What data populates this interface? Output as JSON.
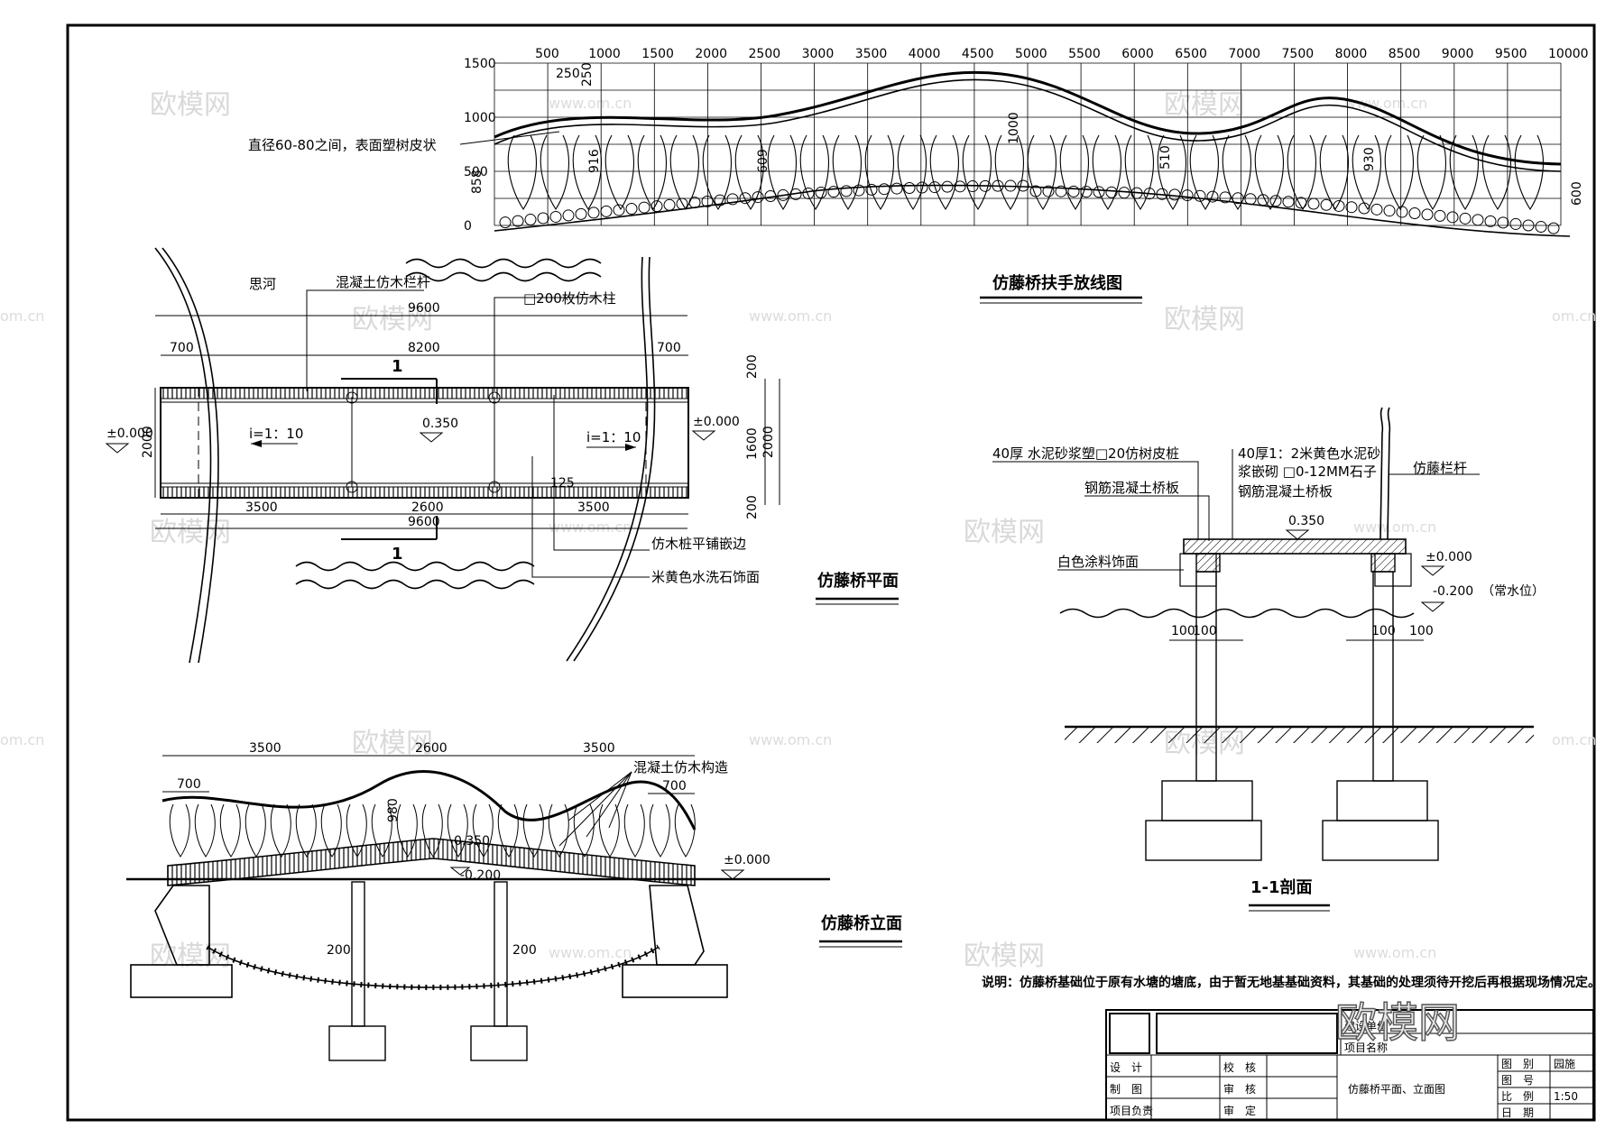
{
  "drawing": {
    "plan": {
      "title": "仿藤桥平面",
      "river": "思河",
      "callouts": {
        "railing": "混凝土仿木栏杆",
        "post": "□200枚仿木柱",
        "edging": "仿木桩平铺嵌边",
        "finish": "米黄色水洗石饰面"
      },
      "slope_left": "i=1：10",
      "slope_right": "i=1：10",
      "elev_deck": "0.350",
      "elev_left": "±0.000",
      "elev_right": "±0.000",
      "section_mark": "1",
      "dims": {
        "overall_top": "9600",
        "mid_top": "8200",
        "end_left": "700",
        "end_right": "700",
        "seg_a": "3500",
        "seg_b": "2600",
        "seg_c": "3500",
        "overall_bottom": "9600",
        "edge_125": "125",
        "width_left": "2000",
        "side_200_top": "200",
        "inner_1600": "1600",
        "width_right": "2000",
        "side_200_bottom": "200"
      }
    },
    "elevation": {
      "title": "仿藤桥立面",
      "callout": "混凝土仿木构造",
      "elev_zero": "±0.000",
      "elev_deck": "0.350",
      "elev_water": "-0.200",
      "dims": {
        "seg_a": "3500",
        "seg_b": "2600",
        "seg_c": "3500",
        "end_left": "700",
        "end_right": "700",
        "rise": "980",
        "pile_left": "200",
        "pile_right": "200"
      }
    },
    "handrail_layout": {
      "title": "仿藤桥扶手放线图",
      "note": "直径60-80之间，表面塑树皮状",
      "x_ticks": [
        "500",
        "1000",
        "1500",
        "2000",
        "2500",
        "3000",
        "3500",
        "4000",
        "4500",
        "5000",
        "5500",
        "6000",
        "6500",
        "7000",
        "7500",
        "8000",
        "8500",
        "9000",
        "9500",
        "10000"
      ],
      "y_ticks": [
        "1500",
        "1000",
        "500",
        "0"
      ],
      "dims": [
        "250",
        "250",
        "858",
        "916",
        "609",
        "1000",
        "510",
        "930",
        "600"
      ]
    },
    "section": {
      "title": "1-1剖面",
      "labels": {
        "bark_post": "40厚 水泥砂浆塑□20仿树皮桩",
        "slab_left": "钢筋混凝土桥板",
        "mortar_1": "40厚1：2米黄色水泥砂",
        "mortar_2": "浆嵌砌 □0-12MM石子",
        "slab_right": "钢筋混凝土桥板",
        "railing": "仿藤栏杆",
        "paint": "白色涂料饰面"
      },
      "elev_deck": "0.350",
      "elev_zero": "±0.000",
      "elev_water": "-0.200",
      "water_note": "（常水位）",
      "dims": [
        "100",
        "100",
        "100",
        "100"
      ]
    },
    "note": "说明：仿藤桥基础位于原有水塘的塘底，由于暂无地基基础资料，其基础的处理须待开挖后再根据现场情况定。",
    "title_block": {
      "project_label": "项目名称",
      "unit_label": "建设单位",
      "sheet_title": "仿藤桥平面、立面图",
      "rows": [
        {
          "a": "设　计",
          "b": "校　核"
        },
        {
          "a": "制　图",
          "b": "审　核"
        },
        {
          "a": "项目负责",
          "b": "审　定"
        }
      ],
      "fields": [
        {
          "label": "图　别",
          "value": "园施"
        },
        {
          "label": "图　号",
          "value": ""
        },
        {
          "label": "比　例",
          "value": "1:50"
        },
        {
          "label": "日　期",
          "value": ""
        }
      ]
    },
    "watermarks": {
      "brand_cn": "欧模网",
      "site": "www.om.cn",
      "corner": "om.cn"
    }
  }
}
